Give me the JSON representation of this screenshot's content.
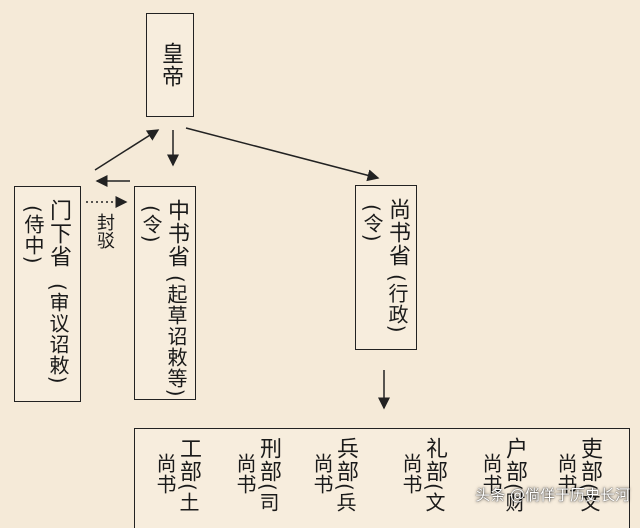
{
  "emperor": {
    "label": "皇帝"
  },
  "menxia": {
    "title": "门下省",
    "sub": "(侍中)",
    "role": "(审议诏敕)"
  },
  "zhongshu": {
    "title": "中书省",
    "sub": "(令)",
    "role": "(起草诏敕等)"
  },
  "shangshu": {
    "title": "尚书省",
    "sub": "(令)",
    "role": "(行政)"
  },
  "fengbo": "封驳",
  "ministries": [
    {
      "name": "工部",
      "sub": "尚书",
      "role": "(土"
    },
    {
      "name": "刑部",
      "sub": "尚书",
      "role": "(司"
    },
    {
      "name": "兵部",
      "sub": "尚书",
      "role": "(兵"
    },
    {
      "name": "礼部",
      "sub": "尚书",
      "role": "(文"
    },
    {
      "name": "户部",
      "sub": "尚书",
      "role": "(财"
    },
    {
      "name": "吏部",
      "sub": "尚书",
      "role": "(文"
    }
  ],
  "watermark": "头条 @倘佯于历史长河"
}
